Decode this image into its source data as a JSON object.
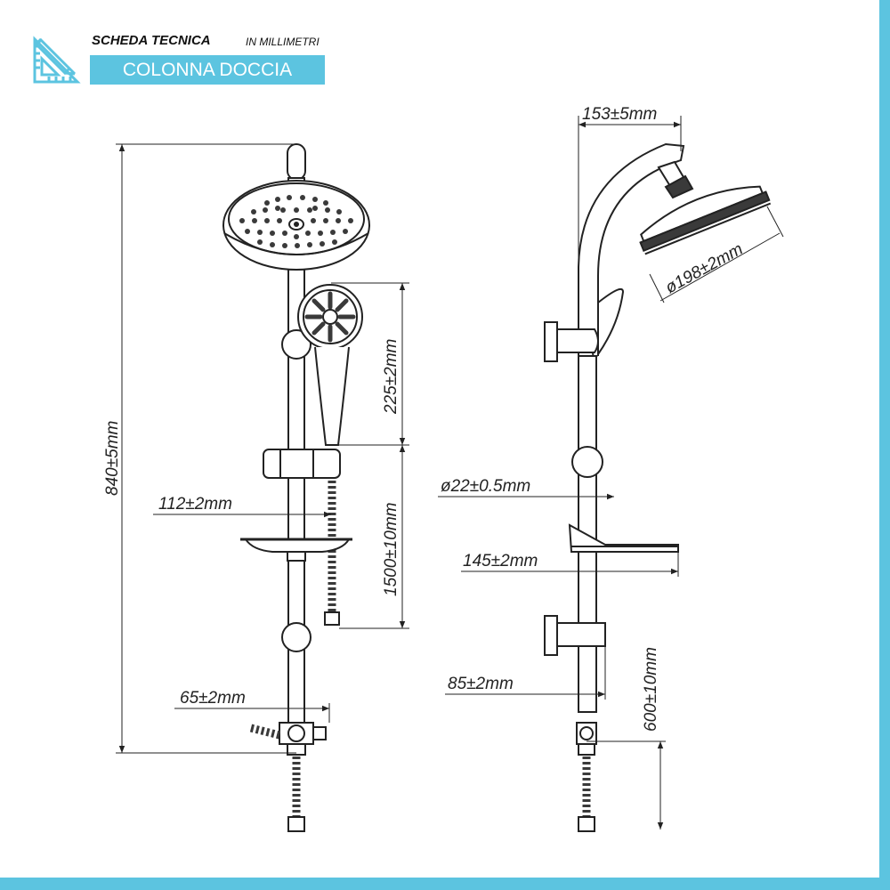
{
  "colors": {
    "accent": "#5cc4e0",
    "line": "#222222",
    "dark": "#3a3a3a"
  },
  "header": {
    "icon": "set-square-pencil-icon",
    "title": "SCHEDA TECNICA",
    "unit": "IN MILLIMETRI",
    "product": "COLONNA DOCCIA"
  },
  "front_view": {
    "total_height": "840±5mm",
    "hand_shower_drop": "225±2mm",
    "hose_length": "1500±10mm",
    "arm_offset": "112±2mm",
    "diverter_width": "65±2mm"
  },
  "side_view": {
    "arm_reach": "153±5mm",
    "head_diameter": "ø198±2mm",
    "bar_diameter": "ø22±0.5mm",
    "shelf_depth": "145±2mm",
    "bracket_depth": "85±2mm",
    "diverter_height": "600±10mm"
  }
}
